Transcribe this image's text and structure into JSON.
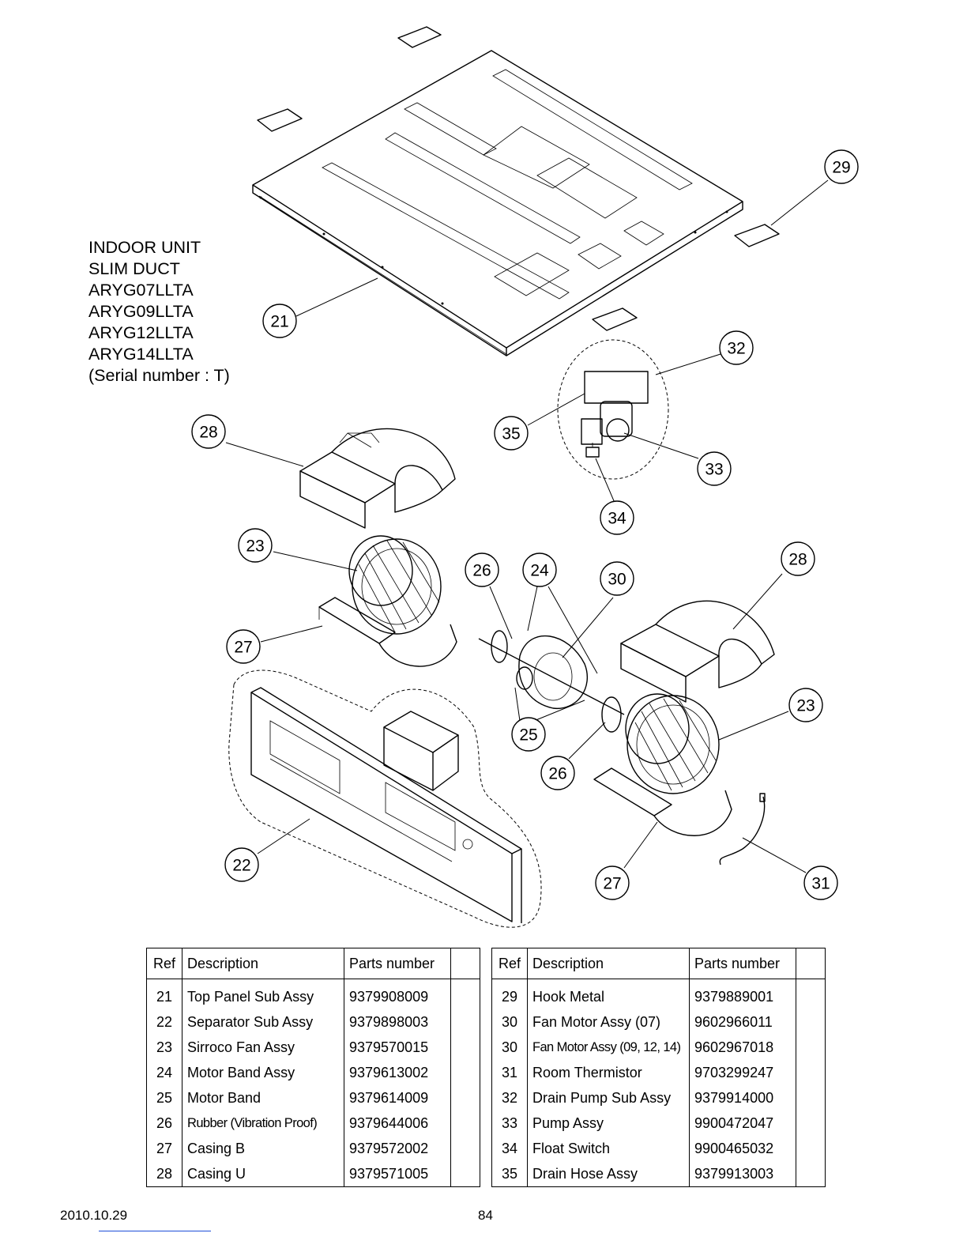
{
  "model_block": {
    "lines": [
      "INDOOR UNIT",
      "SLIM DUCT",
      "ARYG07LLTA",
      "ARYG09LLTA",
      "ARYG12LLTA",
      "ARYG14LLTA",
      "(Serial number : T)"
    ]
  },
  "callouts": [
    "21",
    "22",
    "23",
    "24",
    "25",
    "26",
    "27",
    "28",
    "29",
    "30",
    "31",
    "32",
    "33",
    "34",
    "35"
  ],
  "parts_table": {
    "headers": {
      "ref": "Ref",
      "description": "Description",
      "parts_number": "Parts number"
    },
    "left": [
      {
        "ref": "21",
        "description": "Top Panel Sub Assy",
        "parts_number": "9379908009"
      },
      {
        "ref": "22",
        "description": "Separator Sub Assy",
        "parts_number": "9379898003"
      },
      {
        "ref": "23",
        "description": "Sirroco Fan Assy",
        "parts_number": "9379570015"
      },
      {
        "ref": "24",
        "description": "Motor Band Assy",
        "parts_number": "9379613002"
      },
      {
        "ref": "25",
        "description": "Motor Band",
        "parts_number": "9379614009"
      },
      {
        "ref": "26",
        "description": "Rubber (Vibration Proof)",
        "parts_number": "9379644006"
      },
      {
        "ref": "27",
        "description": "Casing B",
        "parts_number": "9379572002"
      },
      {
        "ref": "28",
        "description": "Casing U",
        "parts_number": "9379571005"
      }
    ],
    "right": [
      {
        "ref": "29",
        "description": "Hook Metal",
        "parts_number": "9379889001"
      },
      {
        "ref": "30",
        "description": "Fan Motor Assy (07)",
        "parts_number": "9602966011"
      },
      {
        "ref": "30",
        "description": "Fan Motor Assy (09, 12, 14)",
        "parts_number": "9602967018"
      },
      {
        "ref": "31",
        "description": "Room Thermistor",
        "parts_number": "9703299247"
      },
      {
        "ref": "32",
        "description": "Drain Pump Sub Assy",
        "parts_number": "9379914000"
      },
      {
        "ref": "33",
        "description": "Pump Assy",
        "parts_number": "9900472047"
      },
      {
        "ref": "34",
        "description": "Float Switch",
        "parts_number": "9900465032"
      },
      {
        "ref": "35",
        "description": "Drain Hose Assy",
        "parts_number": "9379913003"
      }
    ]
  },
  "footer": {
    "date": "2010.10.29",
    "page": "84"
  }
}
